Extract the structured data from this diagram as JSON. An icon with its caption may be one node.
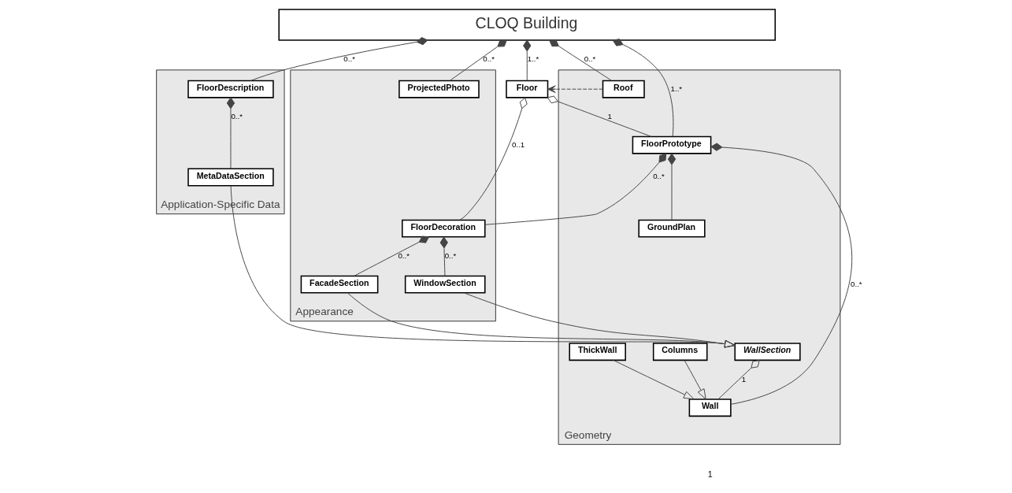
{
  "diagram": {
    "nodes": [
      {
        "text": [
          "CLOQ Building"
        ]
      },
      {
        "text": [
          "Application-Specific Data"
        ]
      },
      {
        "text": [
          "FloorDescription"
        ],
        "in": 1
      },
      {
        "text": [
          "MetaDataSection"
        ],
        "in": 1
      },
      {
        "text": [
          "Floor"
        ]
      },
      {
        "text": [
          "Geometry"
        ]
      },
      {
        "text": [
          "FloorPrototype"
        ],
        "in": 5
      },
      {
        "text": [
          "GroundPlan"
        ],
        "in": 5
      },
      {
        "text": [
          "Roof"
        ],
        "in": 5
      },
      {
        "text": [
          "Wall"
        ],
        "in": 5
      },
      {
        "text": [
          "WallSection"
        ],
        "in": 5
      },
      {
        "text": [
          "Columns"
        ],
        "in": 5
      },
      {
        "text": [
          "ThickWall"
        ],
        "in": 5
      },
      {
        "text": [
          "Appearance"
        ]
      },
      {
        "text": [
          "ProjectedPhoto"
        ],
        "in": 13
      },
      {
        "text": [
          "FloorDecoration"
        ],
        "in": 13
      },
      {
        "text": [
          "WindowSection"
        ],
        "in": 13
      },
      {
        "text": [
          "FacadeSection"
        ],
        "in": 13
      }
    ],
    "edges": [
      {
        "from": 0,
        "to": 8,
        "arrow": "other",
        "label": "0..*"
      },
      {
        "from": 0,
        "to": 6,
        "arrow": "other",
        "label": "1..*"
      },
      {
        "from": 0,
        "to": 4,
        "arrow": "other",
        "label": "1..*"
      },
      {
        "from": 0,
        "to": 2,
        "arrow": "other",
        "label": "0..*"
      },
      {
        "from": 0,
        "to": 14,
        "arrow": "other",
        "label": "0..*"
      },
      {
        "from": 2,
        "to": 3,
        "arrow": "other",
        "label": "0..*"
      },
      {
        "from": 8,
        "to": 4,
        "arrow": "to",
        "style": "dashed"
      },
      {
        "from": 4,
        "to": 6,
        "arrow": "other",
        "label": "1"
      },
      {
        "from": 4,
        "to": 15,
        "arrow": "other",
        "label": "0..1"
      },
      {
        "from": 6,
        "to": 15,
        "arrow": "other",
        "label": "0..*"
      },
      {
        "from": 6,
        "to": 9,
        "arrow": "other",
        "label": "0..*"
      },
      {
        "from": 6,
        "to": 7,
        "arrow": "other"
      },
      {
        "from": 3,
        "to": 10,
        "arrow": "to"
      },
      {
        "from": 10,
        "to": 9,
        "arrow": "other",
        "label": "1"
      },
      {
        "from": 11,
        "to": 9,
        "arrow": "to"
      },
      {
        "from": 12,
        "to": 9,
        "arrow": "to"
      },
      {
        "from": 16,
        "to": 10,
        "arrow": "to"
      },
      {
        "from": 17,
        "to": 10,
        "arrow": "to"
      },
      {
        "from": 15,
        "to": 16,
        "arrow": "other",
        "label": "0..*"
      },
      {
        "from": 15,
        "to": 17,
        "arrow": "other",
        "label": "0..*"
      }
    ],
    "labels": [
      "1"
    ]
  }
}
